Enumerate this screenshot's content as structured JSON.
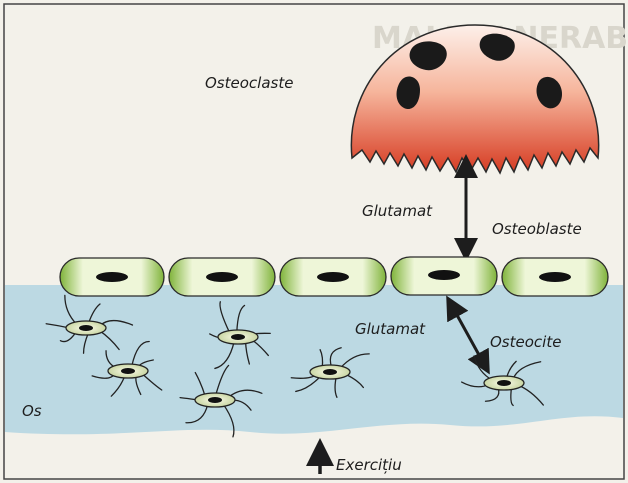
{
  "labels": {
    "osteoclaste": "Osteoclaste",
    "glutamat_top": "Glutamat",
    "osteoblaste": "Osteoblaste",
    "glutamat_bottom": "Glutamat",
    "osteocite": "Osteocite",
    "os": "Os",
    "exercitiu": "Exercițiu"
  },
  "colors": {
    "background": "#f3f1ea",
    "bone": "#bcd9e3",
    "osteoclast_top": "#fde8df",
    "osteoclast_bottom": "#d8432a",
    "osteoblast_light": "#eef6d8",
    "osteoblast_dark": "#7fb33a",
    "nucleus": "#111111",
    "outline": "#2a2a2a"
  },
  "background_text_watermark": "MAI VULNERABILI FAȚĂ DE"
}
